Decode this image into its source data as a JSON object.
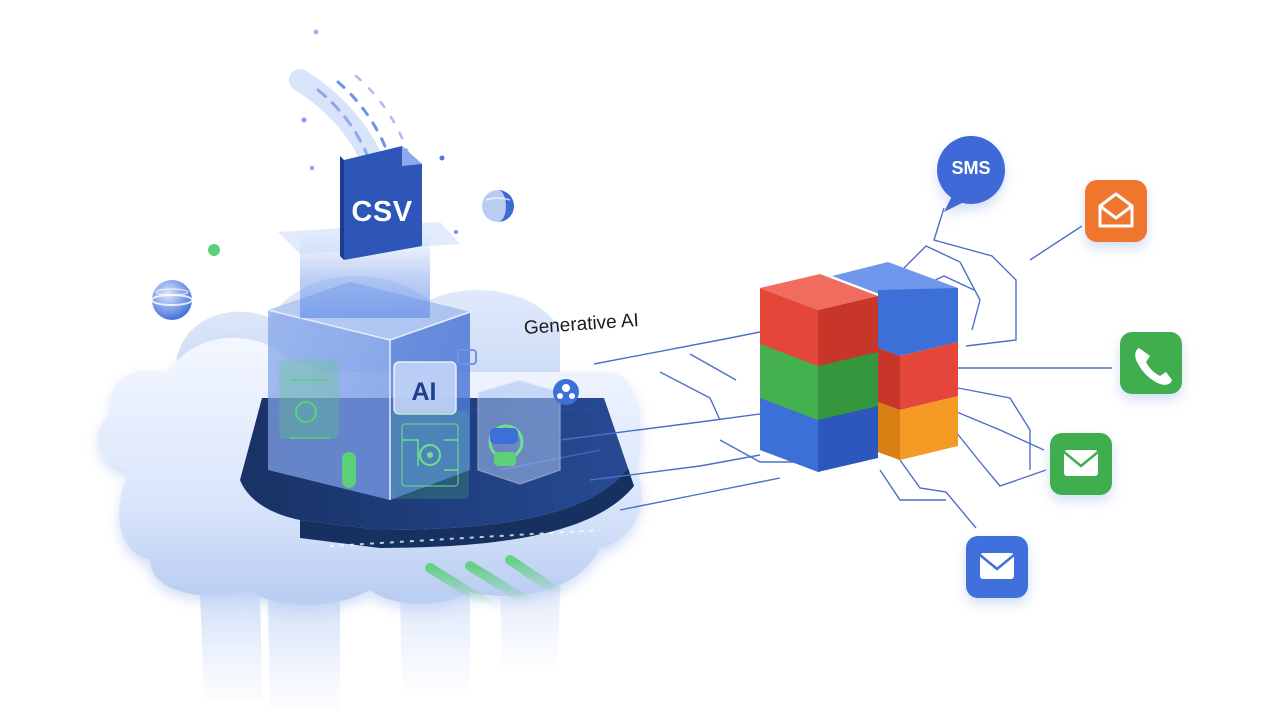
{
  "file_badge": {
    "label": "CSV",
    "icon": "document-icon"
  },
  "processor": {
    "label": "AI",
    "icon": "chip-icon"
  },
  "connector": {
    "label": "Generative AI"
  },
  "channels": {
    "sms": {
      "label": "SMS",
      "icon": "chat-bubble-icon",
      "color": "#4169d8"
    },
    "notification": {
      "icon": "envelope-open-icon",
      "color": "#f0762f"
    },
    "phone": {
      "icon": "phone-icon",
      "color": "#3fae4f"
    },
    "email_green": {
      "icon": "envelope-icon",
      "color": "#3fae4f"
    },
    "email_blue": {
      "icon": "envelope-icon",
      "color": "#3f6fdc"
    }
  },
  "blocks": {
    "colors": {
      "red": "#e4463a",
      "green": "#43b14d",
      "blue": "#3d6fd9",
      "orange": "#f49a25"
    }
  },
  "colors": {
    "cloud": "#c9d8f6",
    "platform": "#1f3a78",
    "accent_blue": "#3a66d6",
    "accent_green": "#5bd07a"
  }
}
